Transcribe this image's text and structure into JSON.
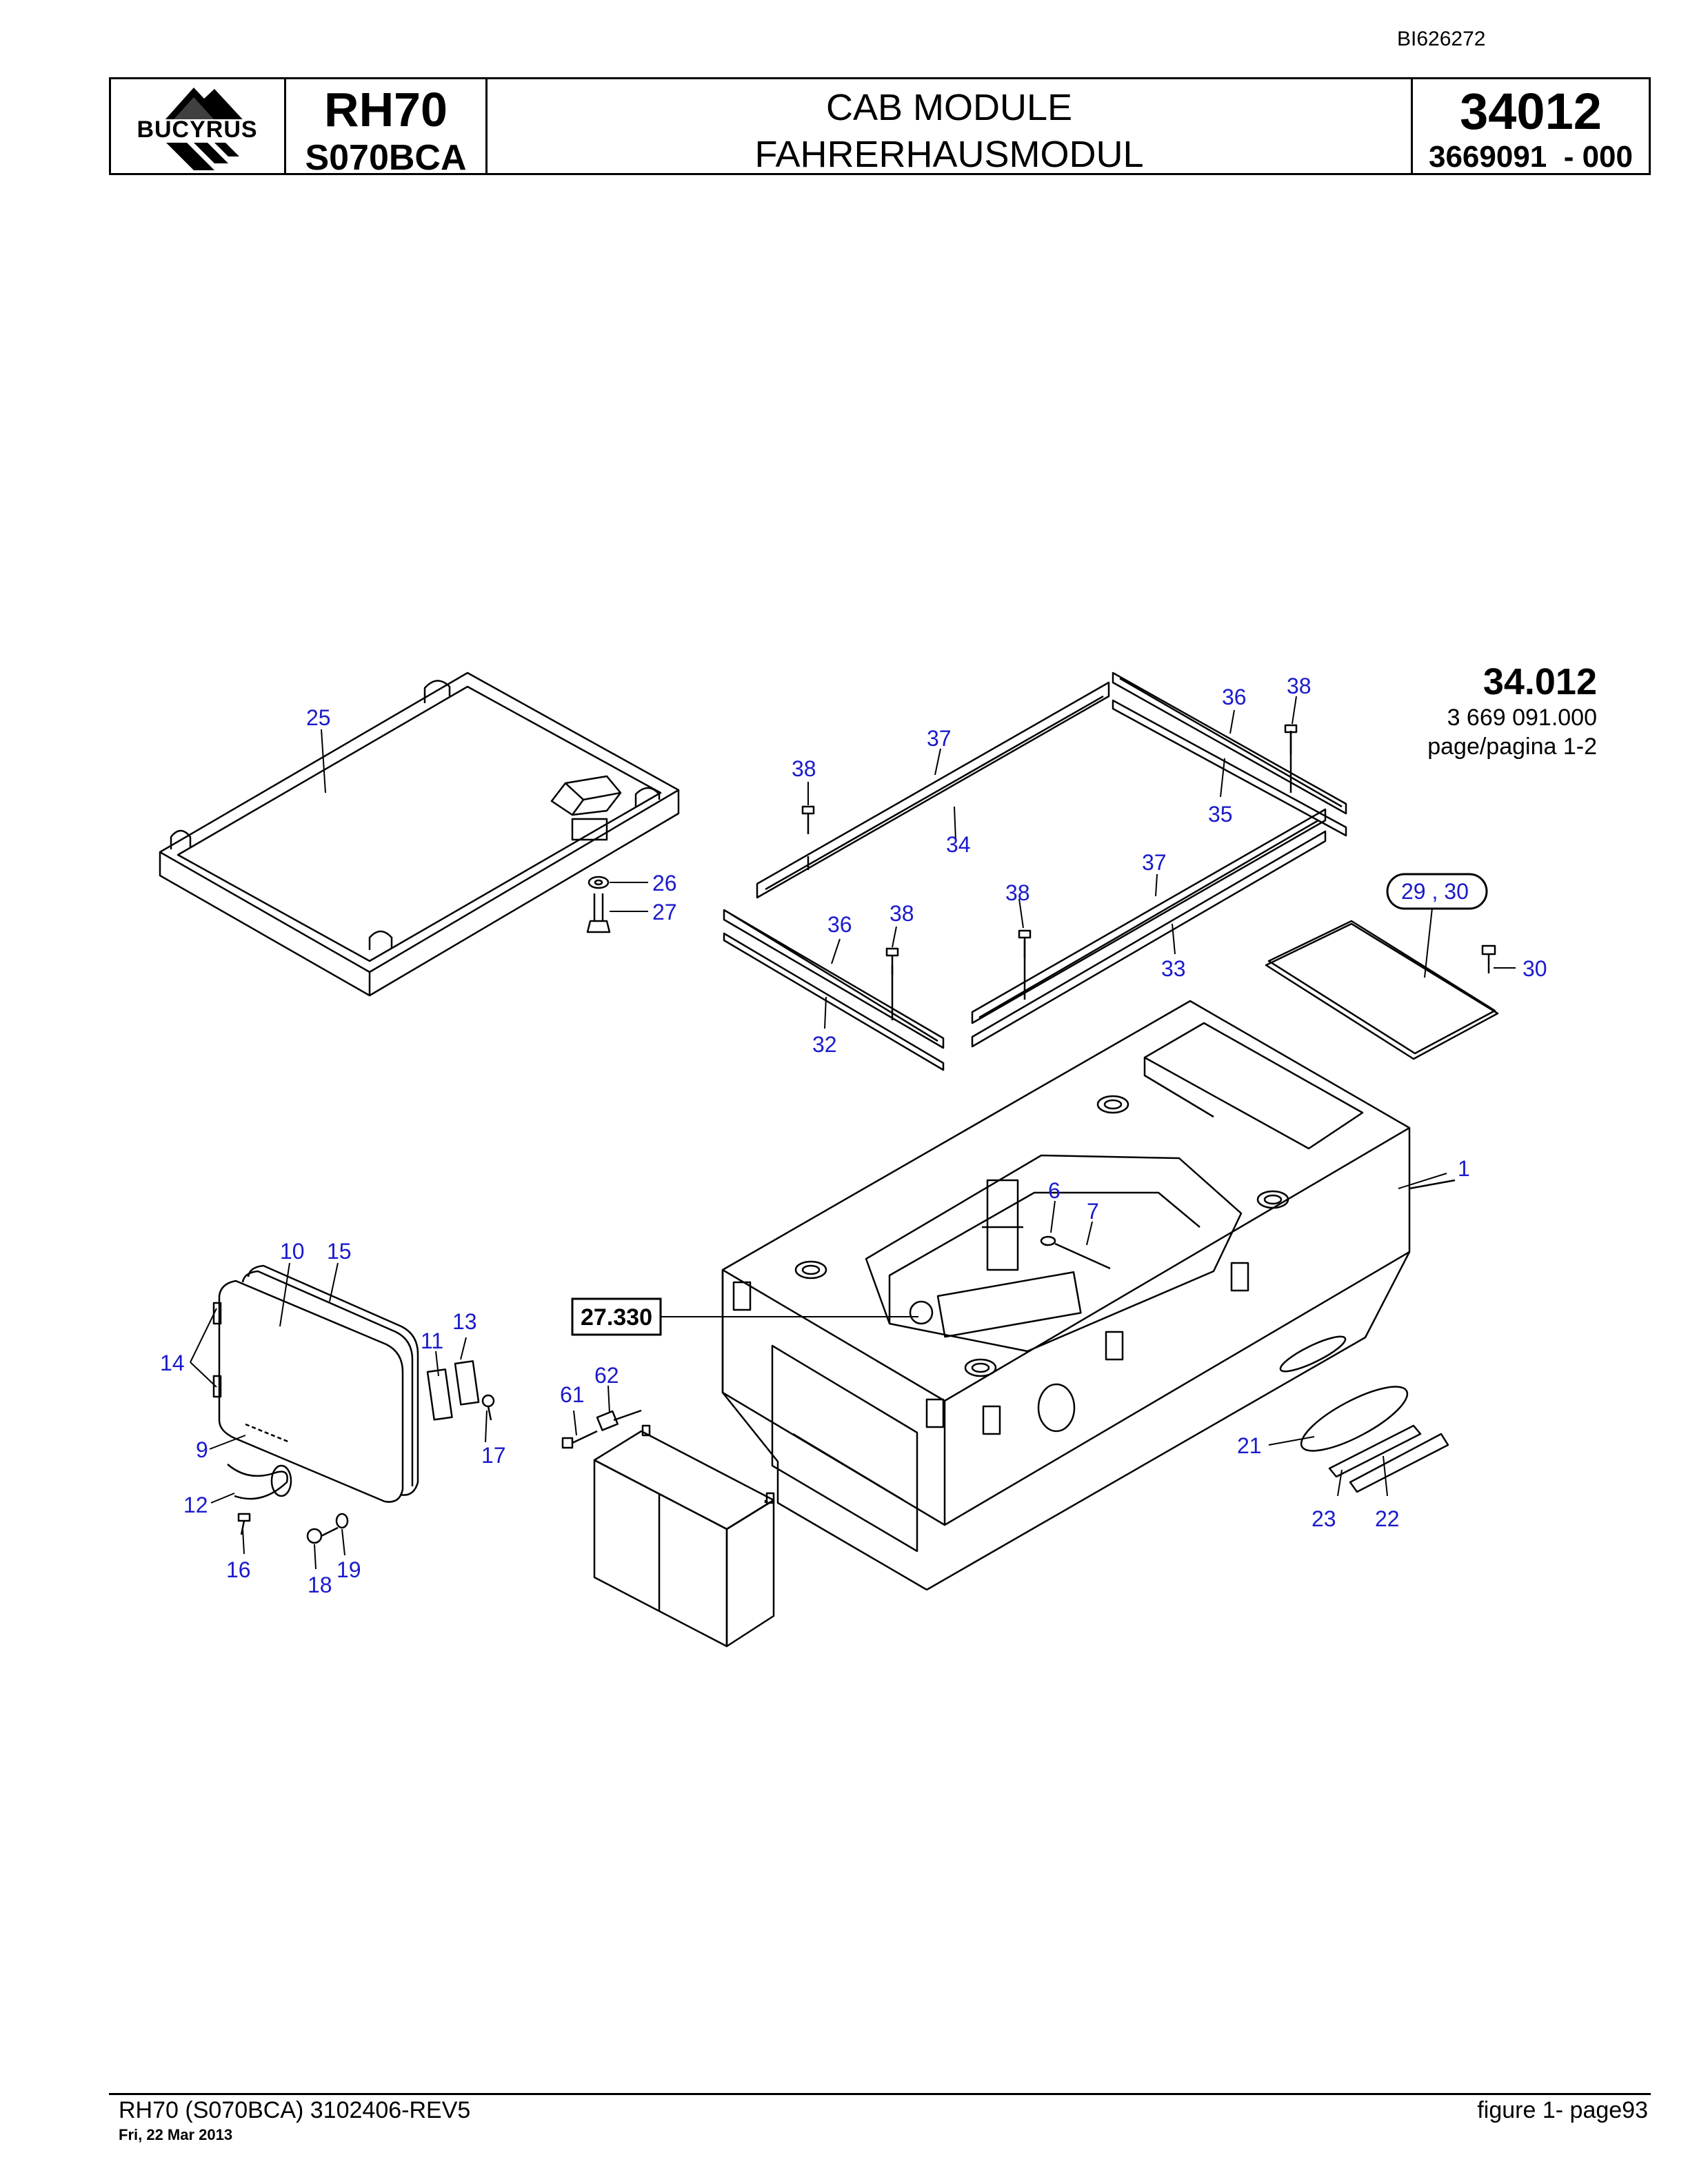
{
  "header": {
    "doc_id": "BI626272",
    "logo_text": "BUCYRUS",
    "model": "RH70",
    "model_code": "S070BCA",
    "title_en": "CAB MODULE",
    "title_de": "FAHRERHAUSMODUL",
    "group_number": "34012",
    "part_number": "3669091  - 000"
  },
  "reference": {
    "group": "34.012",
    "number": "3 669 091.000",
    "page": "page/pagina 1-2"
  },
  "callouts": {
    "c1": "1",
    "c6": "6",
    "c7": "7",
    "c9": "9",
    "c10": "10",
    "c11": "11",
    "c12": "12",
    "c13": "13",
    "c14": "14",
    "c15": "15",
    "c16": "16",
    "c17": "17",
    "c18": "18",
    "c19": "19",
    "c21": "21",
    "c22": "22",
    "c23": "23",
    "c25": "25",
    "c26": "26",
    "c27": "27",
    "c29_30": "29 , 30",
    "c30": "30",
    "c32": "32",
    "c33": "33",
    "c34": "34",
    "c35": "35",
    "c36a": "36",
    "c36b": "36",
    "c37a": "37",
    "c37b": "37",
    "c38a": "38",
    "c38b": "38",
    "c38c": "38",
    "c38d": "38",
    "c61": "61",
    "c62": "62"
  },
  "boxed_ref": "27.330",
  "footer": {
    "left": "RH70 (S070BCA) 3102406-REV5",
    "date": "Fri, 22 Mar 2013",
    "right": "figure  1- page93"
  }
}
